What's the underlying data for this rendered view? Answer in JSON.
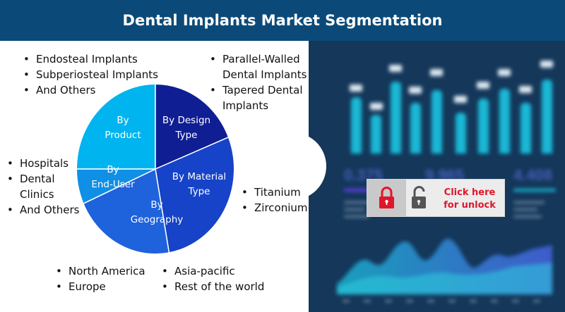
{
  "header": {
    "title": "Dental Implants Market Segmentation"
  },
  "pie": {
    "segments": [
      {
        "lines": [
          "By",
          "Product"
        ],
        "color": "#00b4f0"
      },
      {
        "lines": [
          "By Design",
          "Type"
        ],
        "color": "#0f1e93"
      },
      {
        "lines": [
          "By Material",
          "Type"
        ],
        "color": "#1643c8"
      },
      {
        "lines": [
          "By",
          "Geography"
        ],
        "color": "#1e62dc"
      },
      {
        "lines": [
          "By",
          "End-User"
        ],
        "color": "#0f8fe6"
      }
    ]
  },
  "lists": {
    "product": [
      "Endosteal Implants",
      "Subperiosteal Implants",
      "And Others"
    ],
    "design": [
      "Parallel-Walled",
      "Dental Implants",
      "Tapered Dental",
      "Implants"
    ],
    "material": [
      "Titanium",
      "Zirconium"
    ],
    "end_user": [
      "Hospitals",
      "Dental",
      "Clinics",
      "And Others"
    ],
    "geography_left": [
      "North America",
      "Europe"
    ],
    "geography_right": [
      "Asia-pacific",
      "Rest of the world"
    ]
  },
  "unlock": {
    "line1": "Click here",
    "line2": "for unlock",
    "lock_icon_color": "#e0162b"
  }
}
